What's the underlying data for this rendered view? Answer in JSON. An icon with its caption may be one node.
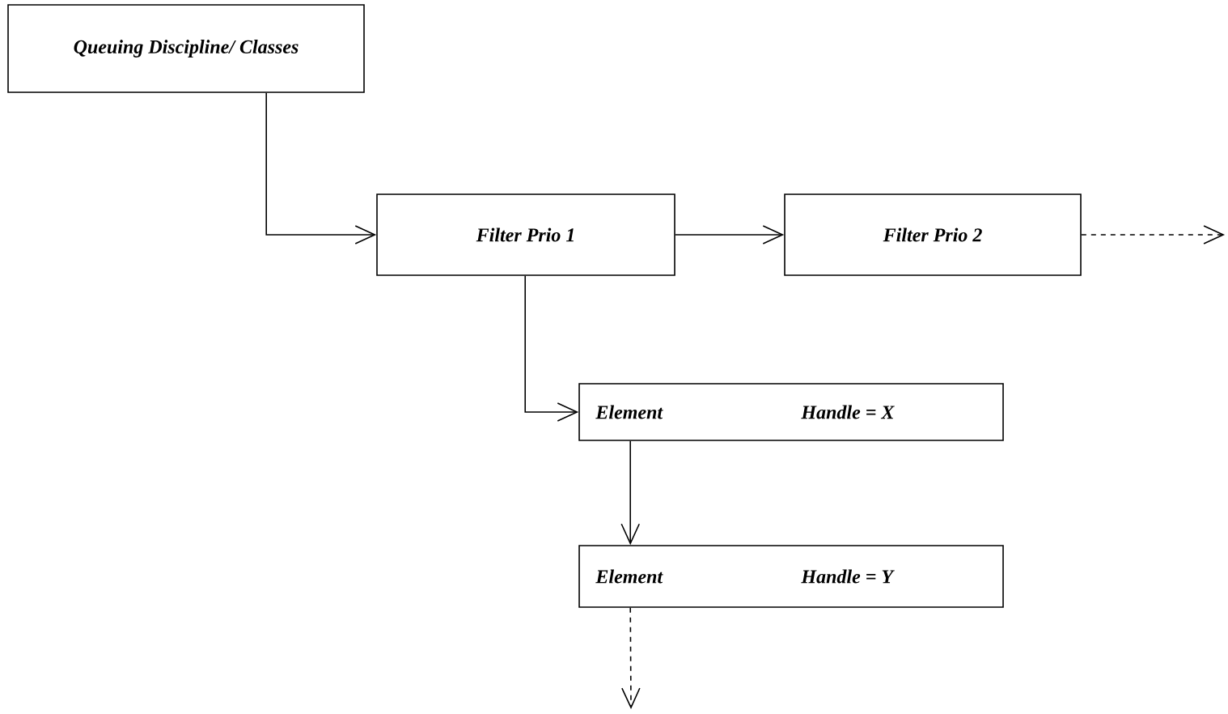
{
  "diagram": {
    "nodes": [
      {
        "text": [
          "Queuing Discipline/ Classes"
        ]
      },
      {
        "text": [
          "Filter Prio 1"
        ]
      },
      {
        "text": [
          "Filter Prio 2"
        ]
      },
      {
        "text": [
          "Element",
          "Handle = X"
        ]
      },
      {
        "text": [
          "Element",
          "Handle = Y"
        ]
      }
    ],
    "edges": [
      {
        "from": 0,
        "to": 1,
        "arrow": "to"
      },
      {
        "from": 1,
        "to": 2,
        "arrow": "to"
      },
      {
        "from": 2,
        "to": null,
        "arrow": "to",
        "style": "dashed"
      },
      {
        "from": 1,
        "to": 3,
        "arrow": "to"
      },
      {
        "from": 3,
        "to": 4,
        "arrow": "to"
      },
      {
        "from": 4,
        "to": null,
        "arrow": "to",
        "style": "dashed"
      }
    ]
  }
}
